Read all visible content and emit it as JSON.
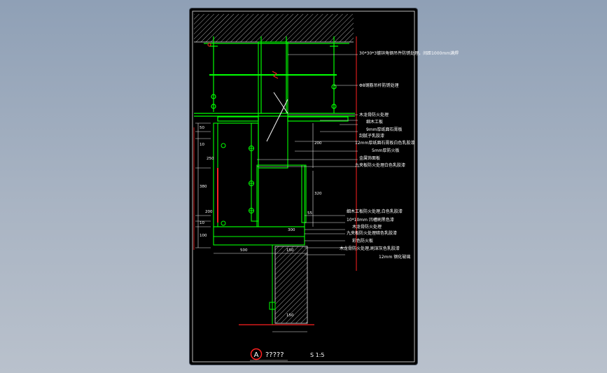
{
  "drawing": {
    "annotations": [
      "30*30*3镀锌角钢吊件防锈处理，间距1000mm满焊",
      "Φ8钢筋吊杆防锈处理",
      "木龙骨防火处理",
      "细木工板",
      "9mm厚纸面石膏板",
      "刮腻子乳胶漆",
      "12mm厚纸面石膏板白色乳胶漆",
      "5mm厚防火板",
      "金属饰面板",
      "九夹板防火处理白色乳胶漆",
      "细木工板防火处理,白色乳胶漆",
      "10*10mm 凹槽刷黑色漆",
      "木龙骨防火处理",
      "九夹板防火处理暗色乳胶漆",
      "彩色防火板",
      "木龙骨防火处理,刷深灰色乳胶漆",
      "12mm 钢化玻璃"
    ],
    "dimensions": {
      "d50": "50",
      "d10a": "10",
      "d250": "250",
      "d380": "380",
      "d200": "200",
      "d10b": "10",
      "d100": "100",
      "d200b": "200",
      "d320": "320",
      "d55": "55",
      "d300": "300",
      "d150a": "150",
      "d150b": "150",
      "d500": "500"
    },
    "section_marker": "A",
    "caption": "?????",
    "scale": "S 1:5"
  },
  "colors": {
    "background": "#000000",
    "frame": "#e8e8e8",
    "lines": "#00ff00",
    "red": "#ff2020",
    "text": "#ffffff",
    "hatch": "#ffffff"
  }
}
